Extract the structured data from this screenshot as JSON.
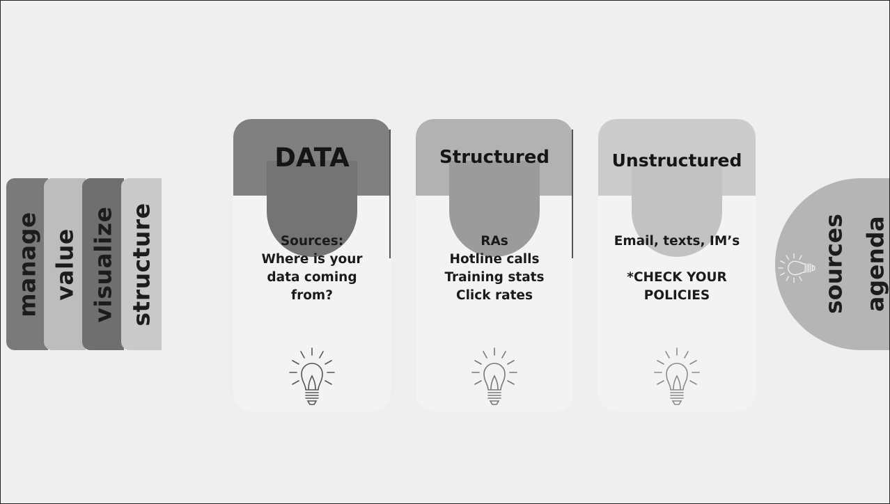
{
  "left_tabs": [
    {
      "label": "manage",
      "color": "#7a7a7a"
    },
    {
      "label": "value",
      "color": "#bdbdbd"
    },
    {
      "label": "visualize",
      "color": "#6f6f6f"
    },
    {
      "label": "structure",
      "color": "#c9c9c9"
    }
  ],
  "cards": [
    {
      "title": "DATA",
      "head_color": "#808080",
      "bowl_color": "#747474",
      "lines": [
        "Sources:",
        "Where is your",
        "data coming",
        "from?"
      ],
      "icon": "lightbulb-icon"
    },
    {
      "title": "Structured",
      "head_color": "#b2b2b2",
      "bowl_color": "#9b9b9b",
      "lines": [
        "RAs",
        "Hotline calls",
        "Training stats",
        "Click rates"
      ],
      "icon": "lightbulb-icon"
    },
    {
      "title": "Unstructured",
      "head_color": "#cbcbcb",
      "bowl_color": "#c2c2c2",
      "lines": [
        "Email, texts, IM’s",
        "",
        "*CHECK YOUR",
        "POLICIES"
      ],
      "icon": "lightbulb-icon"
    }
  ],
  "right_tabs": [
    {
      "label": "sources",
      "color": "#b5b5b5",
      "icon": "lightbulb-icon"
    },
    {
      "label": "agenda",
      "color": "#767676"
    }
  ]
}
